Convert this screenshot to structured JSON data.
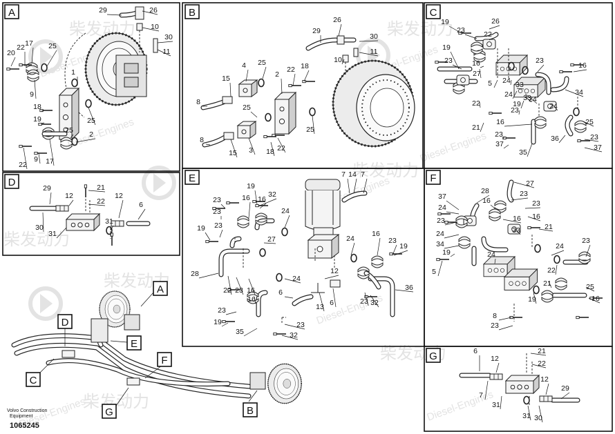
{
  "panels": [
    {
      "id": "A",
      "label": "A"
    },
    {
      "id": "B",
      "label": "B"
    },
    {
      "id": "C",
      "label": "C"
    },
    {
      "id": "D",
      "label": "D"
    },
    {
      "id": "E",
      "label": "E"
    },
    {
      "id": "F",
      "label": "F"
    },
    {
      "id": "G",
      "label": "G"
    }
  ],
  "overview_tags": [
    "A",
    "D",
    "E",
    "C",
    "F",
    "G",
    "B"
  ],
  "callouts": {
    "A": [
      "29",
      "26",
      "10",
      "30",
      "11",
      "20",
      "22",
      "17",
      "25",
      "1",
      "9",
      "18",
      "19",
      "25",
      "25",
      "2",
      "22",
      "9",
      "17"
    ],
    "B": [
      "29",
      "26",
      "30",
      "11",
      "10",
      "4",
      "25",
      "2",
      "22",
      "18",
      "15",
      "8",
      "25",
      "25",
      "8",
      "15",
      "3",
      "18",
      "22"
    ],
    "C": [
      "19",
      "23",
      "26",
      "22",
      "19",
      "23",
      "16",
      "27",
      "5",
      "24",
      "23",
      "16",
      "24",
      "33",
      "24",
      "34",
      "22",
      "33",
      "19",
      "23",
      "24",
      "21",
      "16",
      "23",
      "37",
      "35",
      "36",
      "25",
      "23",
      "37"
    ],
    "D": [
      "29",
      "21",
      "12",
      "22",
      "6",
      "30",
      "31",
      "31",
      "12"
    ],
    "E": [
      "19",
      "23",
      "16",
      "32",
      "23",
      "16",
      "24",
      "19",
      "23",
      "27",
      "28",
      "22",
      "23",
      "16",
      "7",
      "14",
      "7",
      "24",
      "16",
      "23",
      "19",
      "12",
      "24",
      "6",
      "13",
      "6",
      "32",
      "23",
      "36",
      "16",
      "23",
      "19",
      "23",
      "32",
      "35"
    ],
    "F": [
      "27",
      "28",
      "37",
      "23",
      "23",
      "24",
      "16",
      "23",
      "33",
      "16",
      "21",
      "24",
      "34",
      "16",
      "24",
      "23",
      "19",
      "5",
      "24",
      "22",
      "21",
      "25",
      "16",
      "19",
      "8",
      "23"
    ],
    "G": [
      "21",
      "6",
      "12",
      "22",
      "12",
      "7",
      "31",
      "29",
      "31",
      "30"
    ]
  },
  "watermark": {
    "brand_cn": "柴发动力",
    "brand_en": "Diesel-Engines"
  },
  "caption": {
    "company_line1": "Volvo Construction",
    "company_line2": "Equipment",
    "part_number": "1065245"
  }
}
